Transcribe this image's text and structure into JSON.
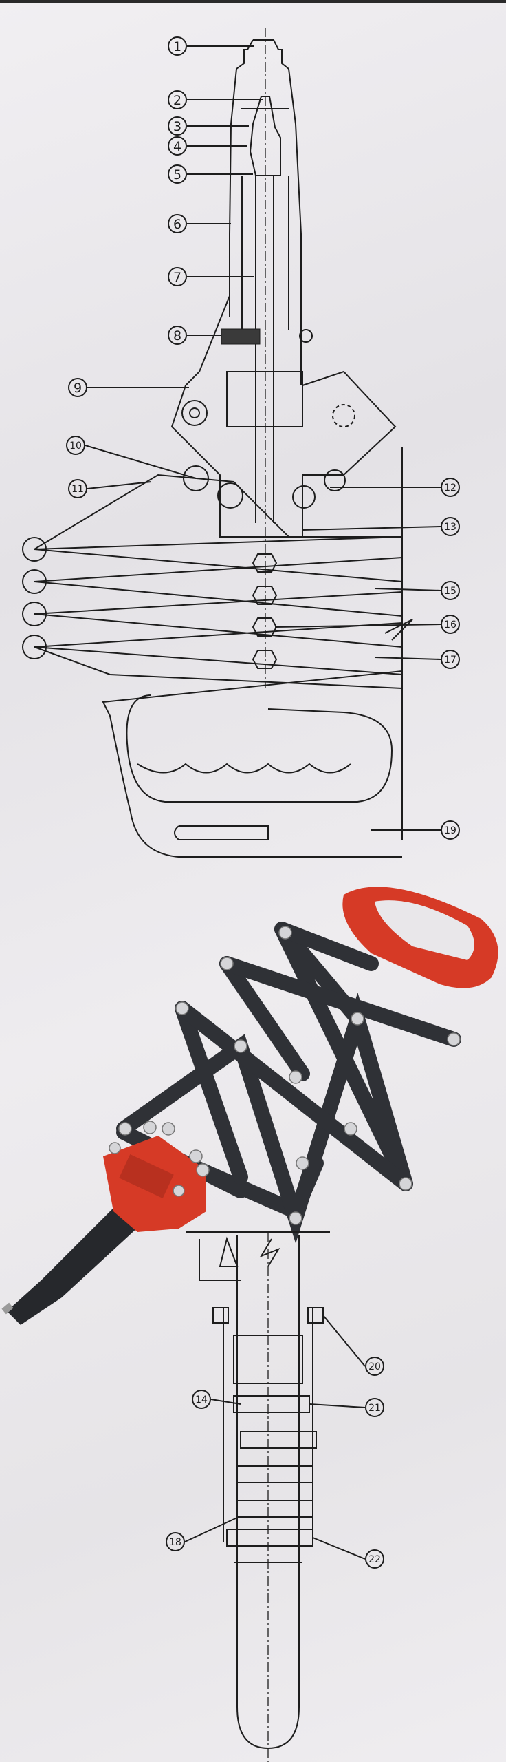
{
  "diagram": {
    "callouts": [
      "1",
      "2",
      "3",
      "4",
      "5",
      "6",
      "7",
      "8",
      "9",
      "10",
      "11",
      "12",
      "13",
      "14",
      "15",
      "16",
      "17",
      "18",
      "19",
      "20",
      "21",
      "22"
    ],
    "colors": {
      "line": "#1d1d1d",
      "paper": "#e9e7ea",
      "tool_red": "#d63a26",
      "tool_black": "#26282c"
    }
  }
}
